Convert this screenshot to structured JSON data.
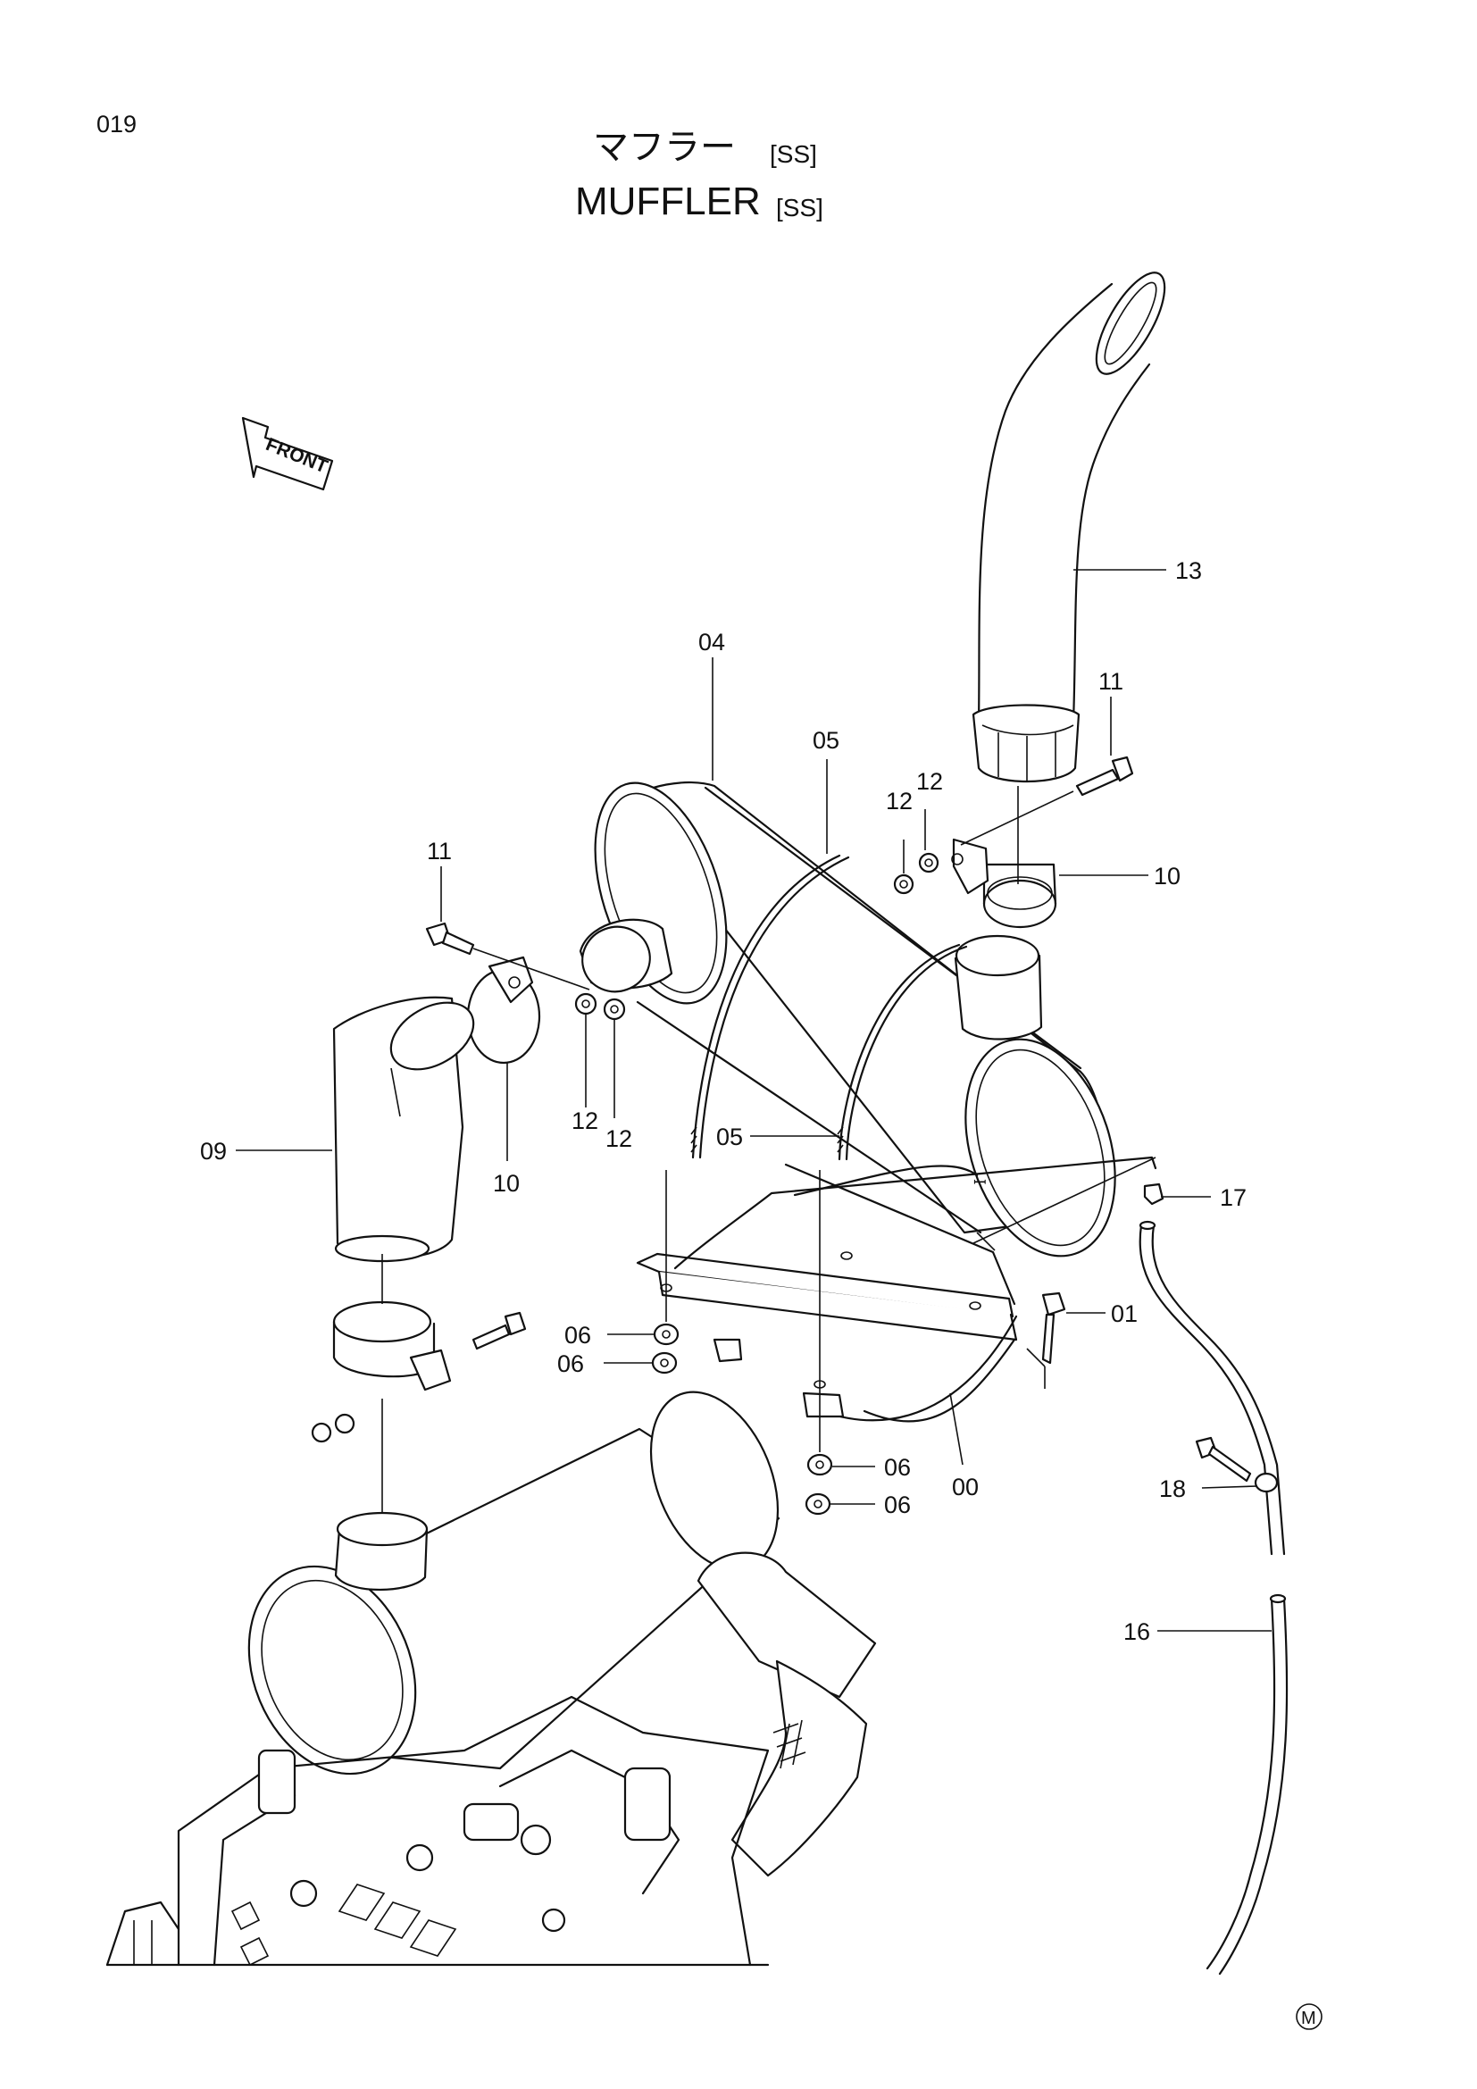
{
  "page": {
    "number": "019"
  },
  "title": {
    "jp": "マフラー",
    "en": "MUFFLER",
    "tag": "[SS]"
  },
  "front_label": "FRONT",
  "corner_mark": "M",
  "callouts": {
    "p00": "00",
    "p01": "01",
    "p04": "04",
    "p05a": "05",
    "p05b": "05",
    "p06a": "06",
    "p06b": "06",
    "p06c": "06",
    "p06d": "06",
    "p09": "09",
    "p10a": "10",
    "p10b": "10",
    "p11a": "11",
    "p11b": "11",
    "p12a": "12",
    "p12b": "12",
    "p12c": "12",
    "p12d": "12",
    "p13": "13",
    "p16": "16",
    "p17": "17",
    "p18": "18"
  }
}
